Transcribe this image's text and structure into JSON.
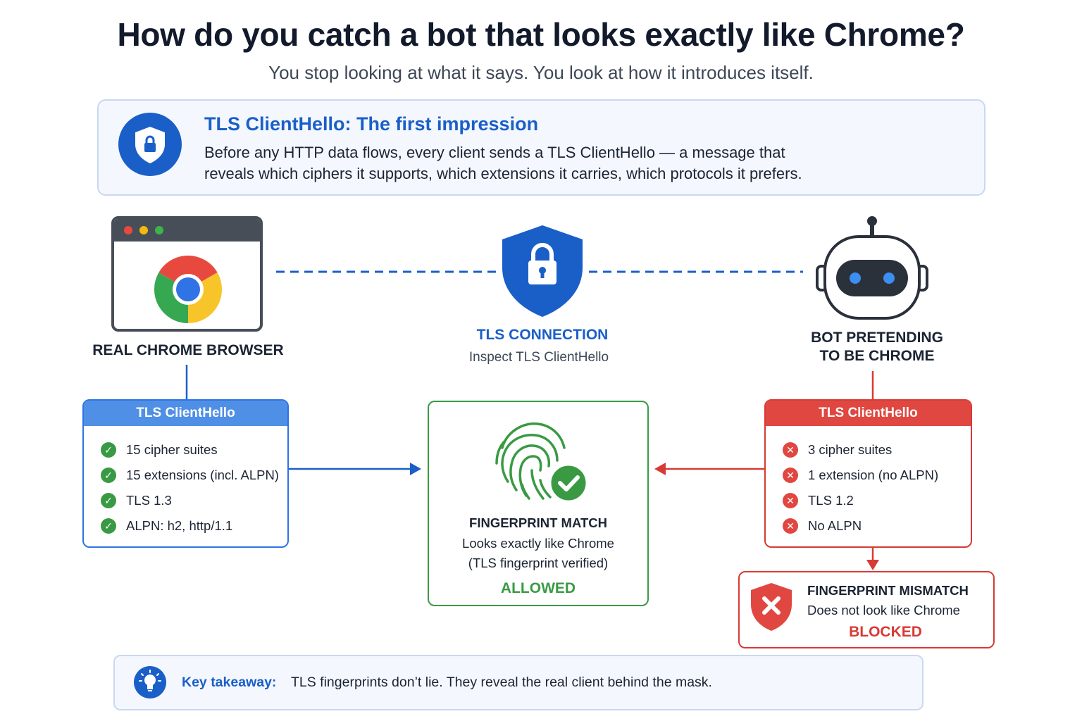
{
  "header": {
    "title": "How do you catch a bot that looks exactly like Chrome?",
    "subtitle": "You stop looking at what it says. You look at how it introduces itself."
  },
  "intro": {
    "heading": "TLS ClientHello: The first impression",
    "line1": "Before any HTTP data flows, every client sends a TLS ClientHello — a message that",
    "line2": "reveals which ciphers it supports, which extensions it carries, which protocols it prefers."
  },
  "real_client": {
    "label": "REAL CHROME BROWSER",
    "hello_title": "TLS ClientHello",
    "items": [
      "15 cipher suites",
      "15 extensions (incl. ALPN)",
      "TLS 1.3",
      "ALPN: h2, http/1.1"
    ]
  },
  "connection": {
    "label": "TLS CONNECTION",
    "sublabel": "Inspect TLS ClientHello"
  },
  "bot_client": {
    "label_line1": "BOT PRETENDING",
    "label_line2": "TO BE CHROME",
    "hello_title": "TLS ClientHello",
    "items": [
      "3 cipher suites",
      "1 extension (no ALPN)",
      "TLS 1.2",
      "No ALPN"
    ]
  },
  "match": {
    "title": "FINGERPRINT MATCH",
    "line1": "Looks exactly like Chrome",
    "line2": "(TLS fingerprint verified)",
    "verdict": "ALLOWED"
  },
  "mismatch": {
    "title": "FINGERPRINT MISMATCH",
    "line1": "Does not look like Chrome",
    "verdict": "BLOCKED"
  },
  "takeaway": {
    "label": "Key takeaway:",
    "text": "TLS fingerprints don’t lie. They reveal the real client behind the mask."
  },
  "colors": {
    "blue": "#1a5fc8",
    "green": "#3a9a44",
    "red": "#d83a35",
    "dark": "#474e58"
  },
  "icons": {
    "intro": "shield-lock-icon",
    "browser": "chrome-logo-icon",
    "connection": "shield-lock-icon",
    "bot": "robot-icon",
    "match": "fingerprint-check-icon",
    "mismatch": "shield-x-icon",
    "takeaway": "lightbulb-icon"
  }
}
